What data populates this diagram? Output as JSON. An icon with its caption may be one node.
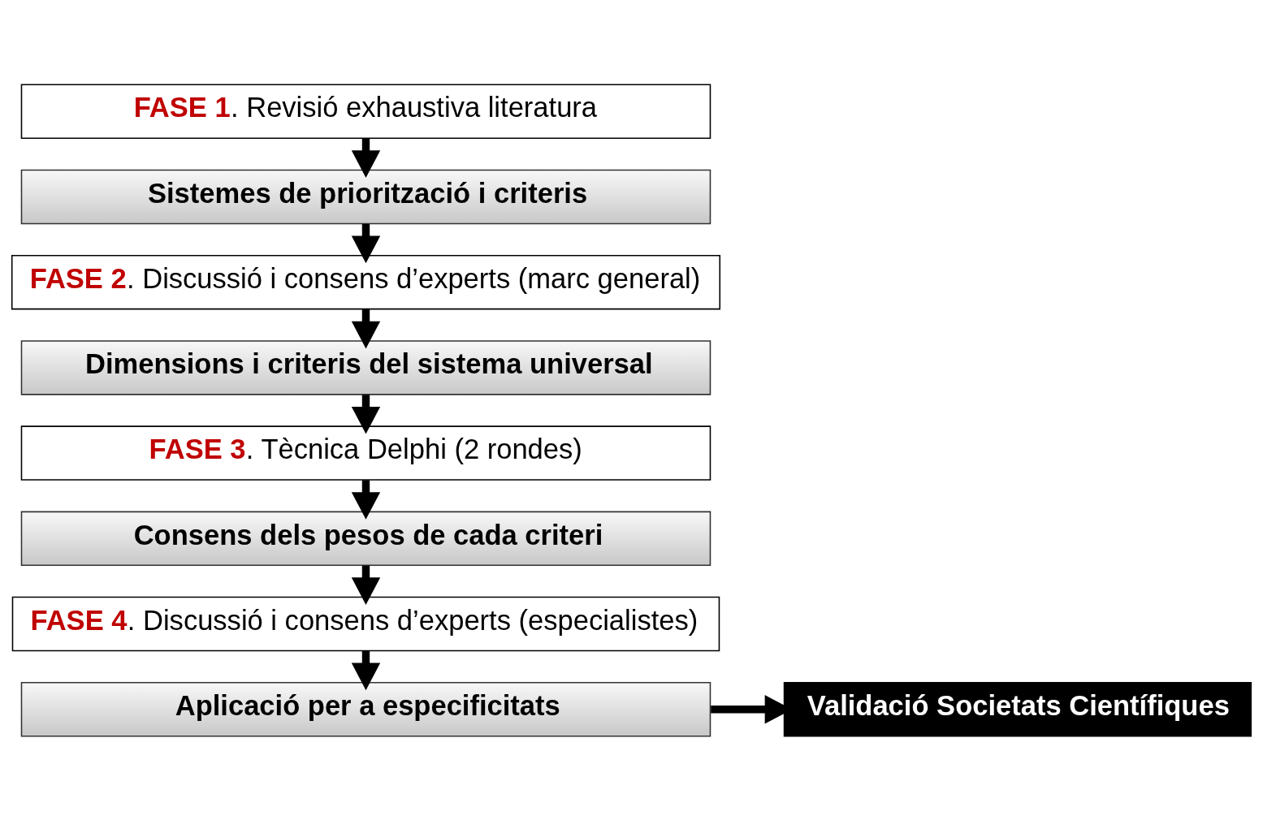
{
  "diagram": {
    "nodes": [
      {
        "text": [
          "**FASE 1**. Revisió exhaustiva literatura"
        ]
      },
      {
        "text": [
          "Sistemes de priorització i criteris"
        ]
      },
      {
        "text": [
          "**FASE 2**. Discussió i consens d’experts (marc general)"
        ]
      },
      {
        "text": [
          "Dimensions i criteris del sistema universal"
        ]
      },
      {
        "text": [
          "**FASE 3**. Tècnica Delphi (2 rondes)"
        ]
      },
      {
        "text": [
          "Consens dels pesos de cada criteri"
        ]
      },
      {
        "text": [
          "**FASE 4**. Discussió i consens d’experts (especialistes)"
        ]
      },
      {
        "text": [
          "Aplicació per a especificitats"
        ]
      },
      {
        "text": [
          "Validació Societats Científiques"
        ]
      }
    ],
    "edges": [
      {
        "from": 0,
        "to": 1,
        "arrow": "to"
      },
      {
        "from": 1,
        "to": 2,
        "arrow": "to"
      },
      {
        "from": 2,
        "to": 3,
        "arrow": "to"
      },
      {
        "from": 3,
        "to": 4,
        "arrow": "to"
      },
      {
        "from": 4,
        "to": 5,
        "arrow": "to"
      },
      {
        "from": 5,
        "to": 6,
        "arrow": "to"
      },
      {
        "from": 6,
        "to": 7,
        "arrow": "to"
      },
      {
        "from": 7,
        "to": 8,
        "arrow": "to"
      }
    ]
  }
}
